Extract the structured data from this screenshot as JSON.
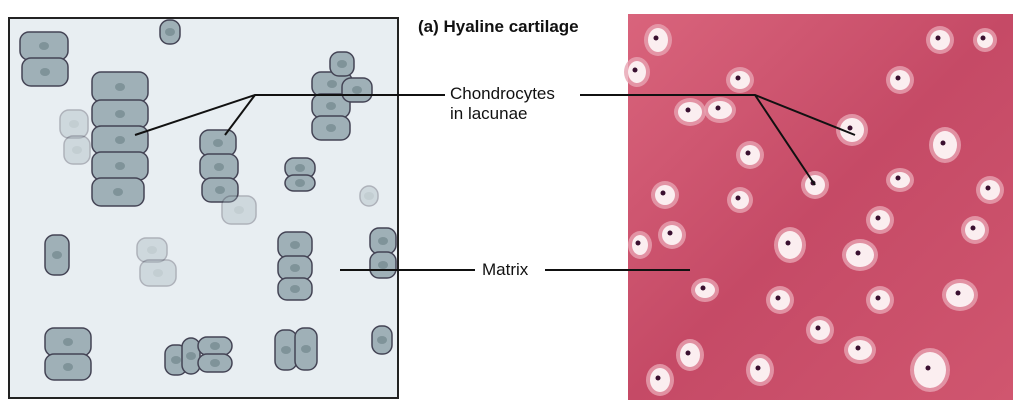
{
  "title": "(a) Hyaline cartilage",
  "labels": {
    "chondrocytes_line1": "Chondrocytes",
    "chondrocytes_line2": "in lacunae",
    "matrix": "Matrix"
  },
  "colors": {
    "illustration_bg": "#e8eef2",
    "cell_fill": "#9fb0b7",
    "micrograph_bg": "#c84d68",
    "lacuna": "#fbeef0"
  }
}
